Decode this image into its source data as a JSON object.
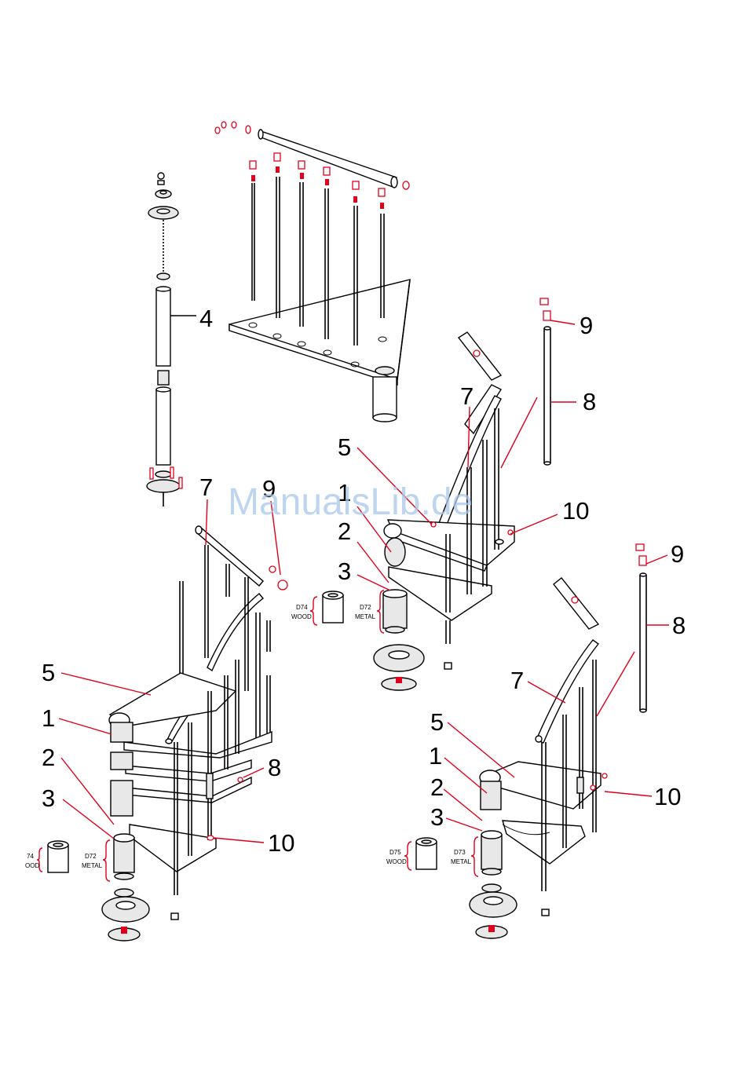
{
  "callouts": {
    "top_4": "4",
    "right_9": "9",
    "right_8": "8",
    "right_7": "7",
    "right_5": "5",
    "right_1": "1",
    "right_2": "2",
    "right_3": "3",
    "right_10": "10",
    "left_7": "7",
    "left_9": "9",
    "left_5": "5",
    "left_1": "1",
    "left_2": "2",
    "left_3": "3",
    "left_8": "8",
    "left_10": "10",
    "br_9": "9",
    "br_8": "8",
    "br_7": "7",
    "br_5": "5",
    "br_1": "1",
    "br_2": "2",
    "br_3": "3",
    "br_10": "10"
  },
  "spacer_labels": {
    "mid_wood_code": "D74",
    "mid_wood_type": "WOOD",
    "mid_metal_code": "D72",
    "mid_metal_type": "METAL",
    "left_wood_code": "74",
    "left_wood_type": "OOD",
    "left_metal_code": "D72",
    "left_metal_type": "METAL",
    "br_wood_code": "D75",
    "br_wood_type": "WOOD",
    "br_metal_code": "D73",
    "br_metal_type": "METAL"
  },
  "watermark": "ManualsLib.de",
  "colors": {
    "line": "#000000",
    "accent_red": "#e0001b",
    "watermark": "#a9c8ea"
  }
}
